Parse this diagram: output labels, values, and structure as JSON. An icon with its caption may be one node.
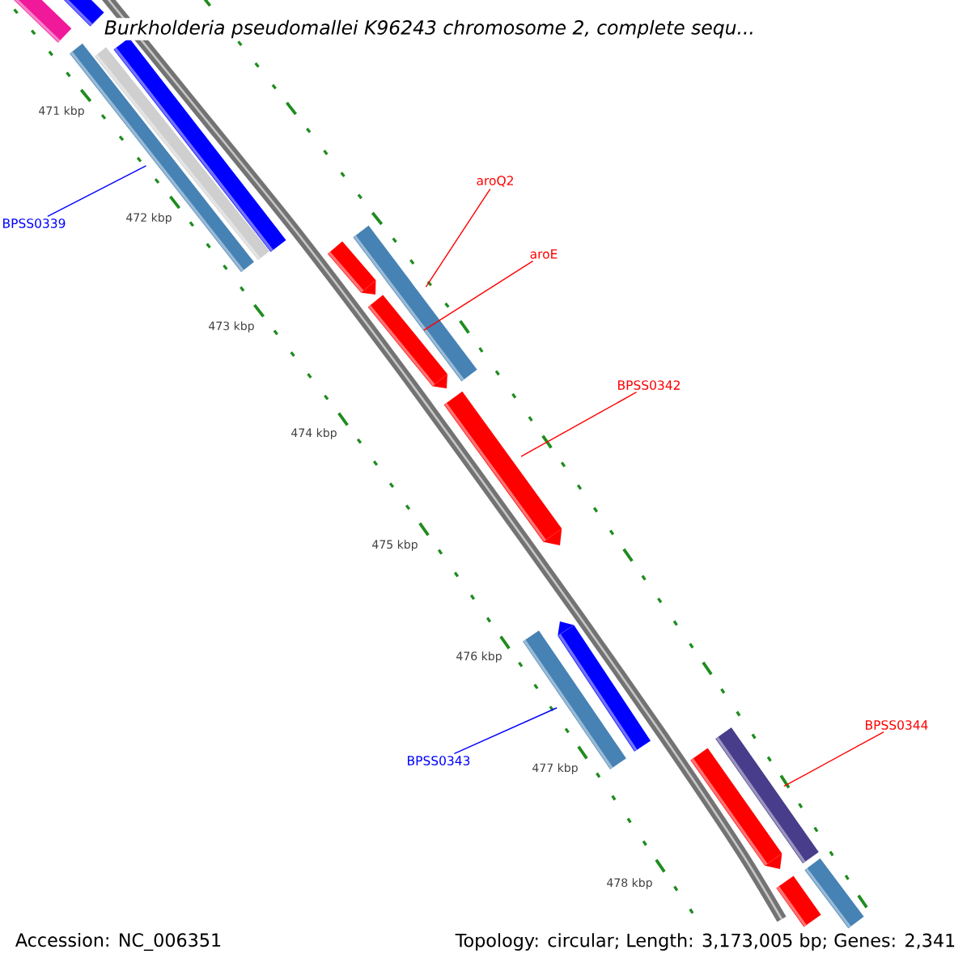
{
  "diagram": {
    "title": "Burkholderia pseudomallei K96243 chromosome 2, complete sequ...",
    "nodes": [
      {
        "text": [
          "BPSS0339"
        ]
      },
      {
        "text": [
          "aroQ2"
        ]
      },
      {
        "text": [
          "aroE"
        ]
      },
      {
        "text": [
          "BPSS0342"
        ]
      },
      {
        "text": [
          "BPSS0343"
        ]
      },
      {
        "text": [
          "BPSS0344"
        ]
      },
      {
        "text": [],
        "shape": "bar"
      },
      {
        "text": [],
        "shape": "bar"
      },
      {
        "text": [],
        "shape": "bar"
      },
      {
        "text": [],
        "shape": "bar"
      },
      {
        "text": [],
        "shape": "bar"
      },
      {
        "text": [],
        "shape": "bar"
      },
      {
        "text": [],
        "shape": "bar"
      },
      {
        "text": [],
        "shape": "bar"
      },
      {
        "text": [],
        "shape": "bar"
      },
      {
        "text": [],
        "shape": "bar"
      },
      {
        "text": [],
        "shape": "bar"
      },
      {
        "text": [],
        "shape": "bar"
      },
      {
        "text": [],
        "shape": "bar"
      },
      {
        "text": [],
        "shape": "bar"
      },
      {
        "text": [],
        "shape": "bar"
      }
    ],
    "edges": [
      {
        "from": 0,
        "to": 8,
        "arrow": "none",
        "color": "#0000ff"
      },
      {
        "from": 1,
        "to": 12,
        "arrow": "none"
      },
      {
        "from": 2,
        "to": 13,
        "arrow": "none"
      },
      {
        "from": 3,
        "to": 14,
        "arrow": "none"
      },
      {
        "from": 4,
        "to": 15,
        "arrow": "none",
        "color": "#0000ff"
      },
      {
        "from": 5,
        "to": 17,
        "arrow": "none"
      }
    ],
    "labels": [
      "471 kbp",
      "472 kbp",
      "473 kbp",
      "474 kbp",
      "475 kbp",
      "476 kbp",
      "477 kbp",
      "478 kbp",
      "Accession: NC_006351",
      "Topology: circular; Length: 3,173,005 bp; Genes: 2,341"
    ]
  }
}
